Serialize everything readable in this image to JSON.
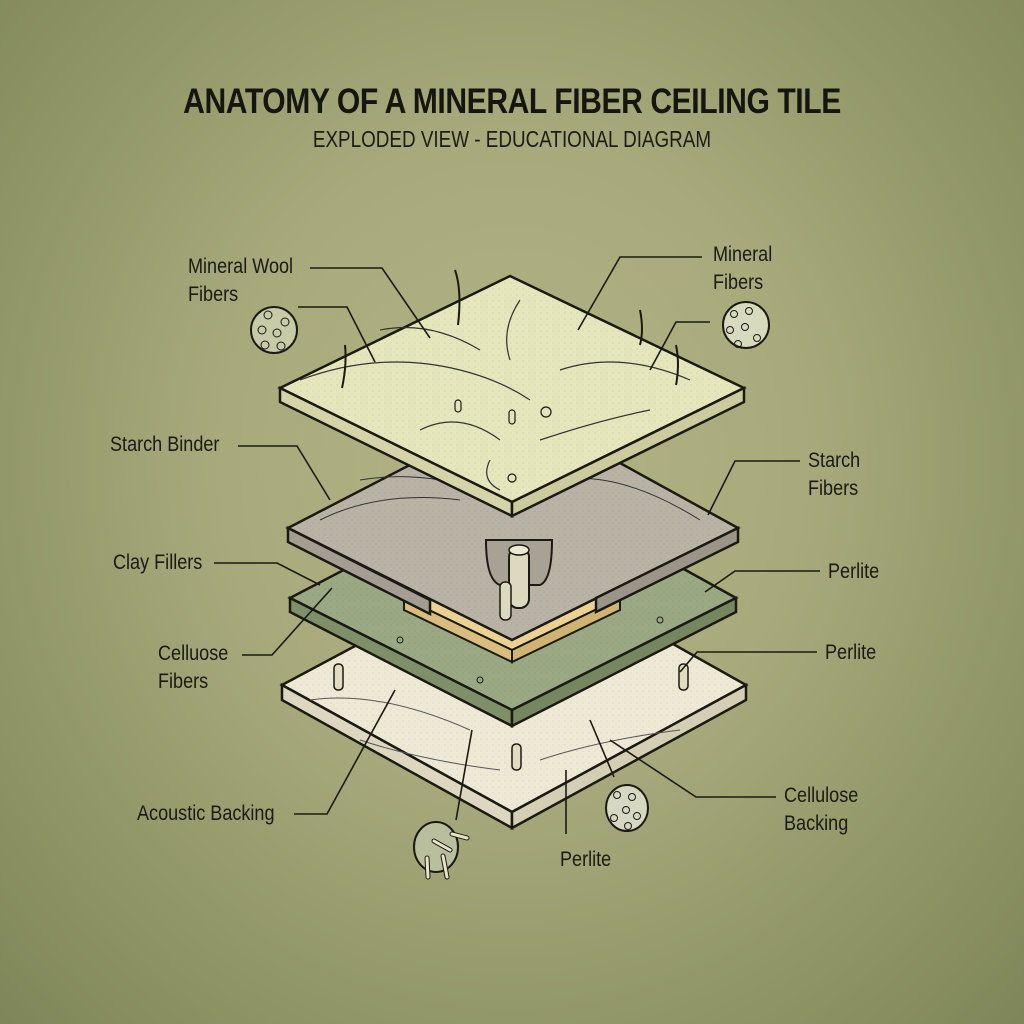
{
  "header": {
    "title": "ANATOMY OF A MINERAL FIBER CEILING TILE",
    "subtitle": "EXPLODED VIEW - EDUCATIONAL DIAGRAM"
  },
  "layers": [
    {
      "name": "top-mineral-fiber-layer",
      "color": "#e6e6bd"
    },
    {
      "name": "starch-binder-layer",
      "color": "#b9b3a6"
    },
    {
      "name": "clay-filler-layer",
      "color": "#9aa983"
    },
    {
      "name": "perlite-core",
      "color": "#ecd293"
    },
    {
      "name": "acoustic-backing-layer",
      "color": "#ede9d4"
    }
  ],
  "labels": {
    "mineral_wool_line1": "Mineral Wool",
    "mineral_wool_line2": "Fibers",
    "mineral_fibers_line1": "Mineral",
    "mineral_fibers_line2": "Fibers",
    "starch_binder": "Starch Binder",
    "starch_fibers_line1": "Starch",
    "starch_fibers_line2": "Fibers",
    "clay_fillers": "Clay Fillers",
    "perlite_1": "Perlite",
    "celluose_fibers_line1": "Celluose",
    "celluose_fibers_line2": "Fibers",
    "perlite_2": "Perlite",
    "acoustic_backing": "Acoustic Backing",
    "cellulose_backing_line1": "Cellulose",
    "cellulose_backing_line2": "Backing",
    "perlite_3": "Perlite"
  },
  "colors": {
    "ink": "#1a1a12",
    "background": "#a8aa7c"
  }
}
